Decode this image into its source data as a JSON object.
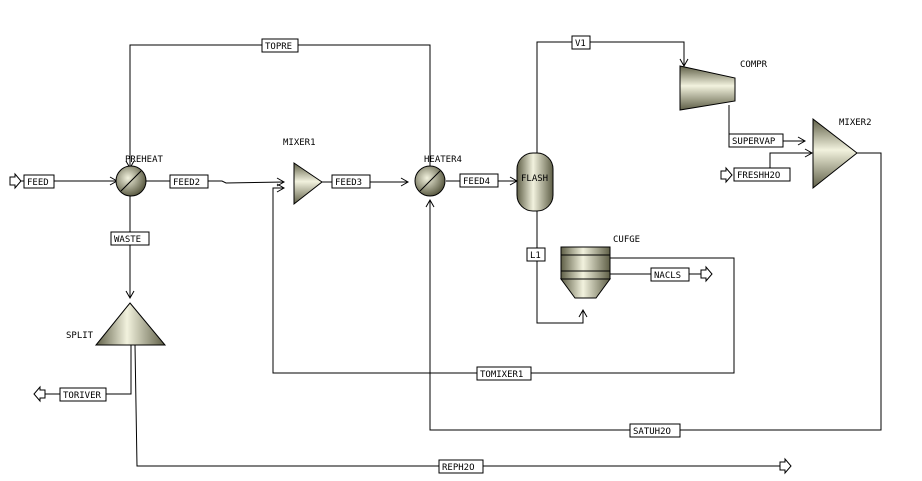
{
  "colors": {
    "equipment_dark": "#5f5f47",
    "equipment_light": "#f2f2de",
    "line": "#000000",
    "background": "#ffffff"
  },
  "blocks": {
    "preheat": "PREHEAT",
    "mixer1": "MIXER1",
    "heater4": "HEATER4",
    "flash": "FLASH",
    "compr": "COMPR",
    "mixer2": "MIXER2",
    "cufge": "CUFGE",
    "split": "SPLIT"
  },
  "streams": {
    "feed": "FEED",
    "feed2": "FEED2",
    "feed3": "FEED3",
    "feed4": "FEED4",
    "topre": "TOPRE",
    "v1": "V1",
    "supervap": "SUPERVAP",
    "freshh2o": "FRESHH2O",
    "waste": "WASTE",
    "l1": "L1",
    "nacls": "NACLS",
    "tomixer1": "TOMIXER1",
    "satuh2o": "SATUH2O",
    "toriver": "TORIVER",
    "reph2o": "REPH2O"
  }
}
